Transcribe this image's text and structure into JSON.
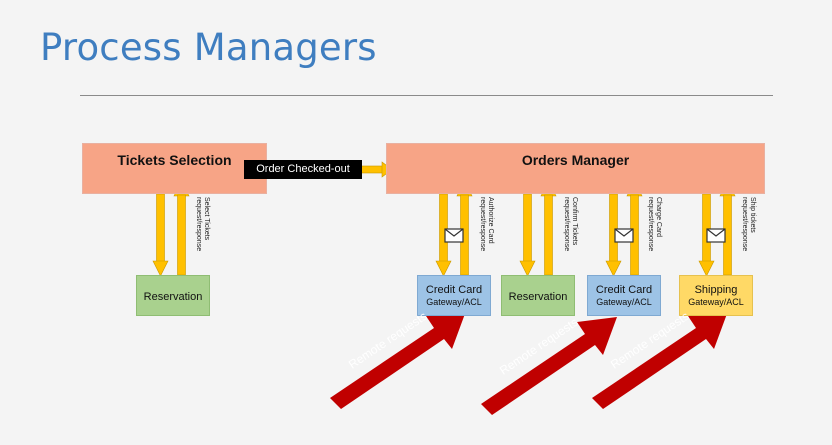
{
  "title": "Process Managers",
  "tickets_selection": "Tickets Selection",
  "orders_manager": "Orders Manager",
  "order_checked_out": "Order Checked-out",
  "boxes": {
    "reservation_1": "Reservation",
    "credit_card_1": {
      "line1": "Credit Card",
      "line2": "Gateway/ACL"
    },
    "reservation_2": "Reservation",
    "credit_card_2": {
      "line1": "Credit Card",
      "line2": "Gateway/ACL"
    },
    "shipping": {
      "line1": "Shipping",
      "line2": "Gateway/ACL"
    }
  },
  "labels": {
    "select_tickets": [
      "Select Tickets",
      "request/response"
    ],
    "authorize_card": [
      "Authorize Card",
      "request/response"
    ],
    "confirm_tickets": [
      "Confirm Tickets",
      "request/response"
    ],
    "charge_card": [
      "Charge Card",
      "request/response"
    ],
    "ship_tickets": [
      "Ship tickets",
      "request/response"
    ]
  },
  "remote_requests": [
    "Remote requests",
    "Remote requests",
    "Remote requests"
  ],
  "colors": {
    "title": "#3f7ec0",
    "salmon": "#f7a486",
    "green": "#a9d18e",
    "blue": "#9dc3e6",
    "yellow": "#ffd966",
    "arrow_fill": "#ffc000",
    "red_arrow": "#c00000"
  }
}
